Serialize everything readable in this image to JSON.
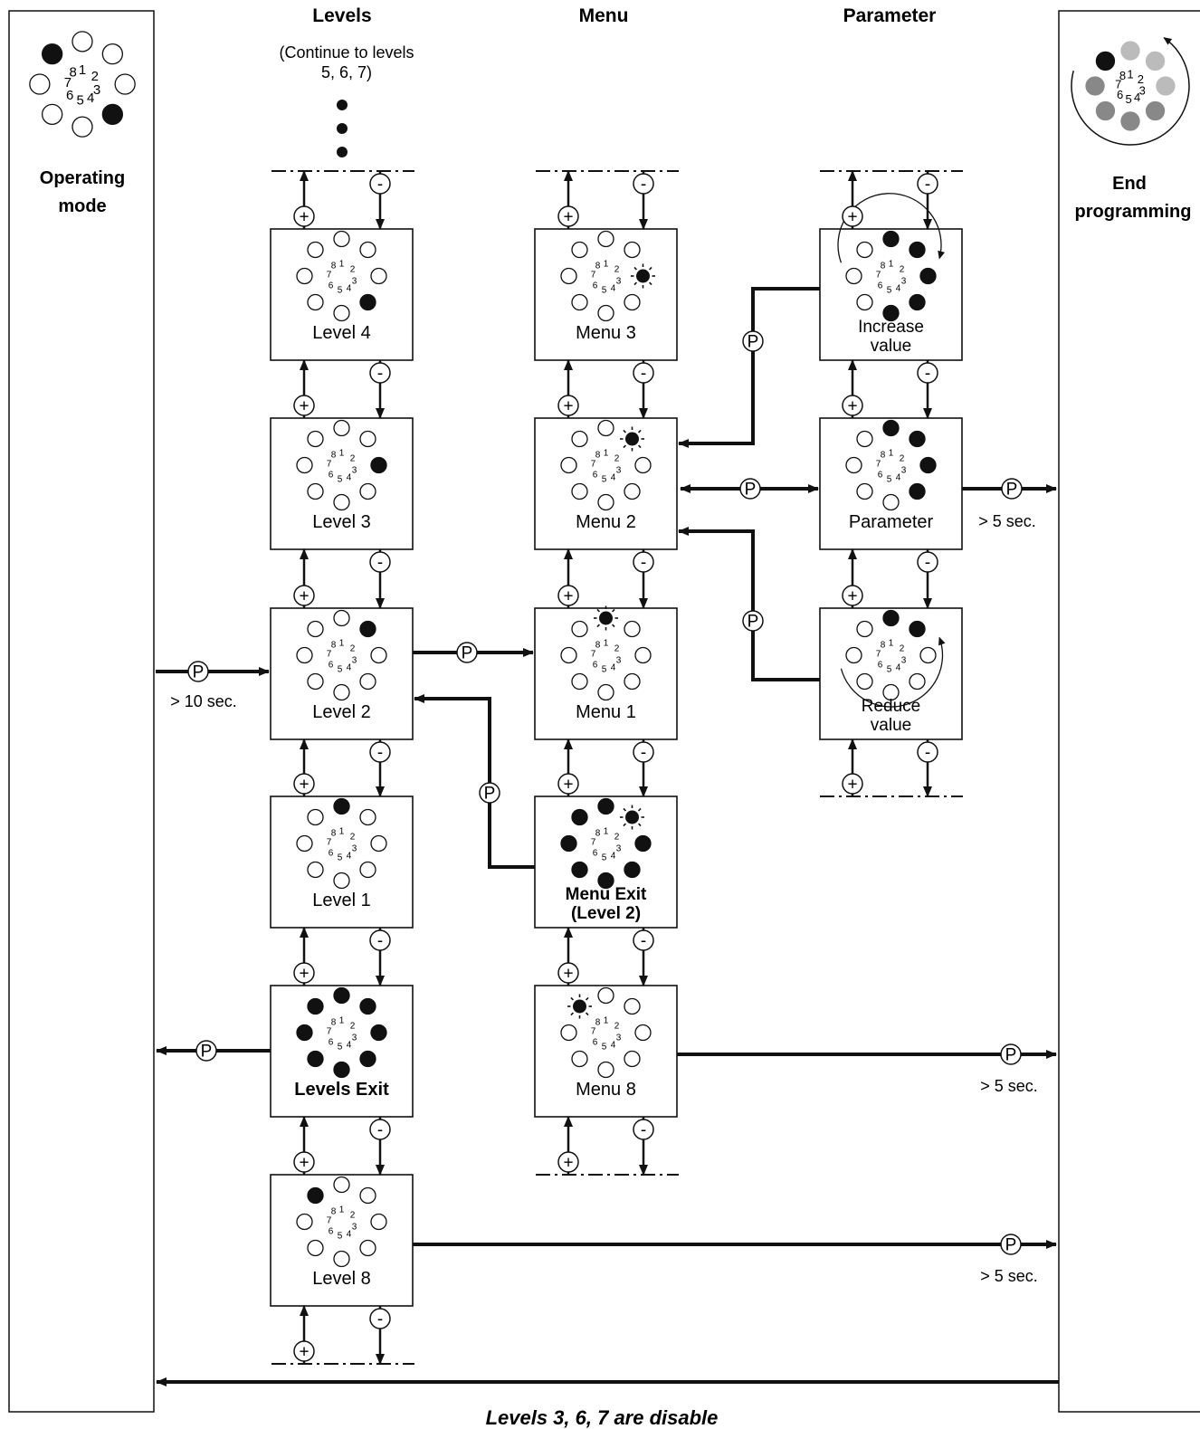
{
  "columns": {
    "levels": "Levels",
    "menu": "Menu",
    "parameter": "Parameter"
  },
  "continue_note": [
    "(Continue to levels",
    "5, 6, 7)"
  ],
  "left_panel": {
    "title_line1": "Operating",
    "title_line2": "mode"
  },
  "right_panel": {
    "title_line1": "End",
    "title_line2": "programming"
  },
  "footer_note": "Levels 3, 6, 7 are disable",
  "digits": [
    "1",
    "2",
    "3",
    "4",
    "5",
    "6",
    "7",
    "8"
  ],
  "button_labels": {
    "plus": "+",
    "minus": "-",
    "program": "P"
  },
  "times": {
    "ten_sec": "> 10 sec.",
    "five_sec": "> 5 sec."
  },
  "boxes": {
    "level4": {
      "label": "Level 4",
      "filled": [
        4
      ]
    },
    "level3": {
      "label": "Level 3",
      "filled": [
        3
      ]
    },
    "level2": {
      "label": "Level 2",
      "filled": [
        2
      ]
    },
    "level1": {
      "label": "Level 1",
      "filled": [
        1
      ]
    },
    "levels_exit": {
      "label": "Levels Exit",
      "filled": [
        1,
        2,
        3,
        4,
        5,
        6,
        7,
        8
      ]
    },
    "level8": {
      "label": "Level 8",
      "filled": [
        8
      ]
    },
    "menu3": {
      "label": "Menu 3",
      "blinking": [
        3
      ]
    },
    "menu2": {
      "label": "Menu 2",
      "blinking": [
        2
      ]
    },
    "menu1": {
      "label": "Menu 1",
      "blinking": [
        1
      ]
    },
    "menu_exit": {
      "label_line1": "Menu Exit",
      "label_line2": "(Level 2)",
      "filled": [
        1,
        3,
        4,
        5,
        6,
        7,
        8
      ],
      "blinking": [
        2
      ]
    },
    "menu8": {
      "label": "Menu 8",
      "blinking": [
        8
      ]
    },
    "increase": {
      "label_line1": "Increase",
      "label_line2": "value",
      "filled": [
        1,
        2,
        3,
        4,
        5
      ]
    },
    "parameter": {
      "label": "Parameter",
      "filled": [
        1,
        2,
        3,
        4
      ]
    },
    "reduce": {
      "label_line1": "Reduce",
      "label_line2": "value",
      "filled": [
        1,
        2
      ]
    }
  },
  "operating_mode_filled": [
    4,
    8
  ],
  "end_programming_dark": [
    8
  ],
  "end_programming_mid": [
    4,
    5,
    6,
    7
  ],
  "end_programming_light": [
    1,
    2,
    3
  ]
}
